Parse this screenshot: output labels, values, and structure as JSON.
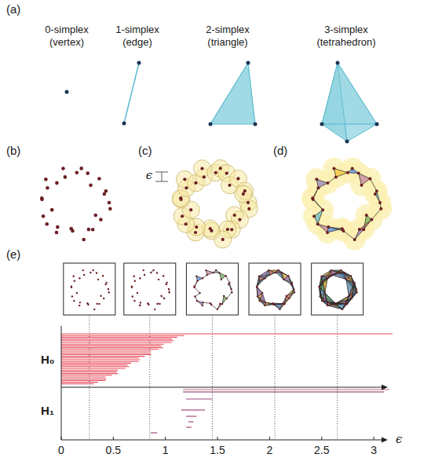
{
  "diagram": {
    "labels": [
      "(a)",
      "0-simplex",
      "(vertex)",
      "1-simplex",
      "(edge)",
      "2-simplex",
      "(triangle)",
      "3-simplex",
      "(tetrahedron)",
      "(b)",
      "(c)",
      "ϵ",
      "(d)",
      "(e)",
      "H₀",
      "H₁",
      "0",
      "0.5",
      "1",
      "1.5",
      "2",
      "2.5",
      "3",
      "ϵ"
    ]
  }
}
